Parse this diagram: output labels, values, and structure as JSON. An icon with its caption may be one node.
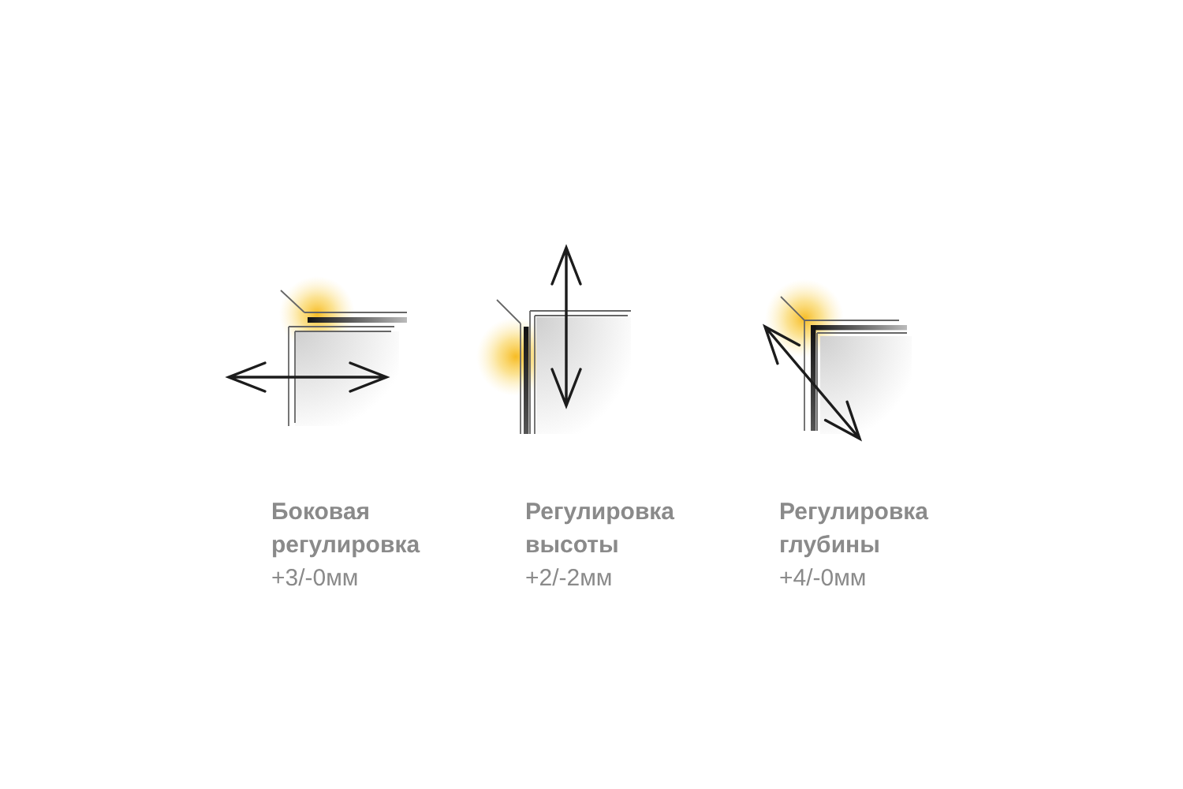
{
  "diagram": {
    "labels": [
      "Боковая регулировка",
      "+3/-0мм",
      "Регулировка высоты",
      "+2/-2мм",
      "Регулировка глубины",
      "+4/-0мм"
    ]
  }
}
